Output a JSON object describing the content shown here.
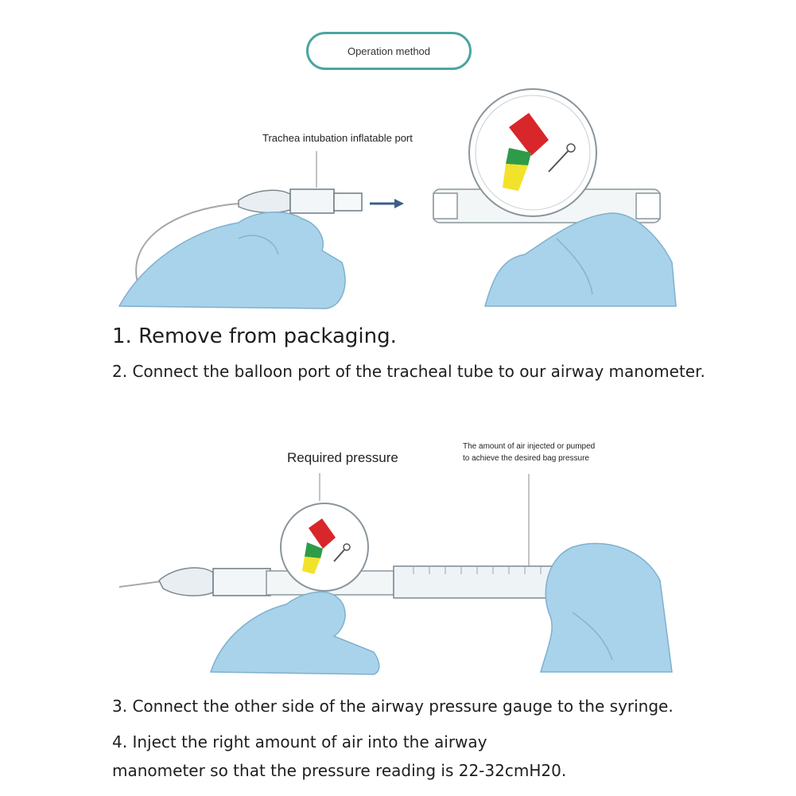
{
  "header": {
    "title": "Operation method"
  },
  "figure1": {
    "callout": "Trachea intubation inflatable port"
  },
  "figure2": {
    "callout_left": "Required pressure",
    "callout_right_line1": "The amount of air injected or pumped",
    "callout_right_line2": "to achieve the desired bag pressure"
  },
  "steps": [
    "1. Remove from packaging.",
    "2. Connect the balloon port of the tracheal tube to our airway manometer.",
    "3. Connect the other side of the airway pressure gauge to the syringe.",
    "4. Inject the right amount of air into the airway",
    "manometer so that the pressure reading is 22-32cmH20."
  ],
  "colors": {
    "accent_teal": "#4aa6a2",
    "glove_blue": "#a9d3ea",
    "zone_red": "#d8262a",
    "zone_green": "#2e9b48",
    "zone_yellow": "#f2e22a"
  }
}
